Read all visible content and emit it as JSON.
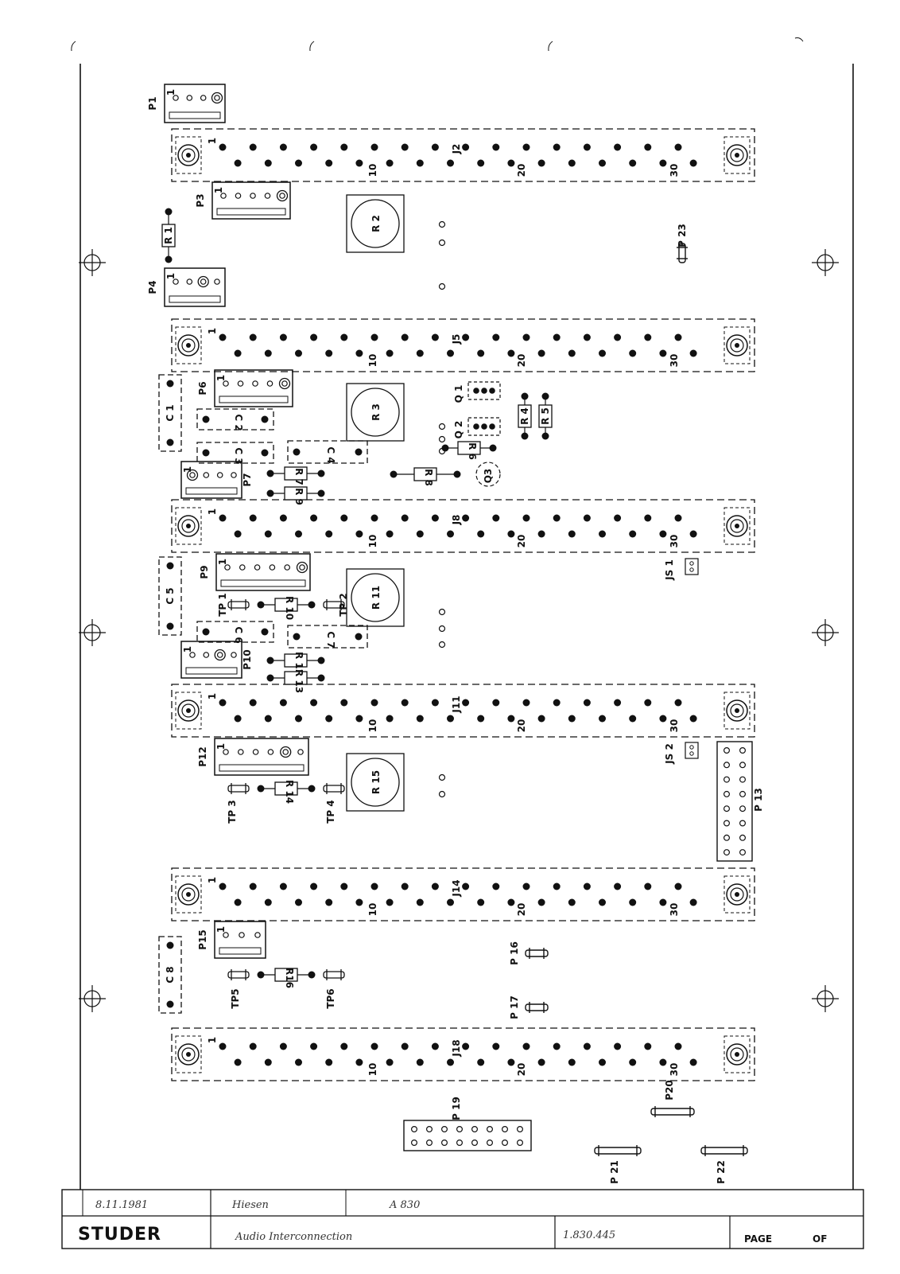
{
  "connectors": [
    {
      "label": "J2",
      "pins": [
        "1",
        "10",
        "20",
        "30"
      ]
    },
    {
      "label": "J5",
      "pins": [
        "1",
        "10",
        "20",
        "30"
      ]
    },
    {
      "label": "J8",
      "pins": [
        "1",
        "10",
        "20",
        "30"
      ]
    },
    {
      "label": "J11",
      "pins": [
        "1",
        "10",
        "20",
        "30"
      ]
    },
    {
      "label": "J14",
      "pins": [
        "1",
        "10",
        "20",
        "30"
      ]
    },
    {
      "label": "J18",
      "pins": [
        "1",
        "10",
        "20",
        "30"
      ]
    }
  ],
  "headers": [
    {
      "label": "P1",
      "pin1": "1"
    },
    {
      "label": "P3",
      "pin1": "1"
    },
    {
      "label": "P4",
      "pin1": "1"
    },
    {
      "label": "P6",
      "pin1": "1"
    },
    {
      "label": "P7",
      "pin1": "1"
    },
    {
      "label": "P9",
      "pin1": "1"
    },
    {
      "label": "P10",
      "pin1": "1"
    },
    {
      "label": "P12",
      "pin1": "1"
    },
    {
      "label": "P15",
      "pin1": "1"
    }
  ],
  "pots": [
    "R 2",
    "R 3",
    "R 11",
    "R 15"
  ],
  "resistors": [
    "R 1",
    "R 4",
    "R 5",
    "R 6",
    "R 7",
    "R 8",
    "R 9",
    "R 10",
    "R 12",
    "R 13",
    "R 14",
    "R16"
  ],
  "capacitors": [
    "C 1",
    "C 2",
    "C 3",
    "C 4",
    "C 5",
    "C 6",
    "C 7",
    "C 8"
  ],
  "transistors": [
    "Q 1",
    "Q 2",
    "Q3"
  ],
  "test_points": [
    "TP 1",
    "TP 2",
    "TP 3",
    "TP 4",
    "TP5",
    "TP6"
  ],
  "jumpers": [
    "JS 1",
    "JS 2"
  ],
  "plugs": [
    "P 13",
    "P 16",
    "P 17",
    "P 19",
    "P20",
    "P 21",
    "P 22",
    "P 23"
  ],
  "title_block": {
    "date": "8.11.1981",
    "name": "Hiesen",
    "model": "A 830",
    "brand": "STUDER",
    "title": "Audio Interconnection",
    "doc_number": "1.830.445",
    "page_label": "PAGE",
    "of_label": "OF"
  }
}
